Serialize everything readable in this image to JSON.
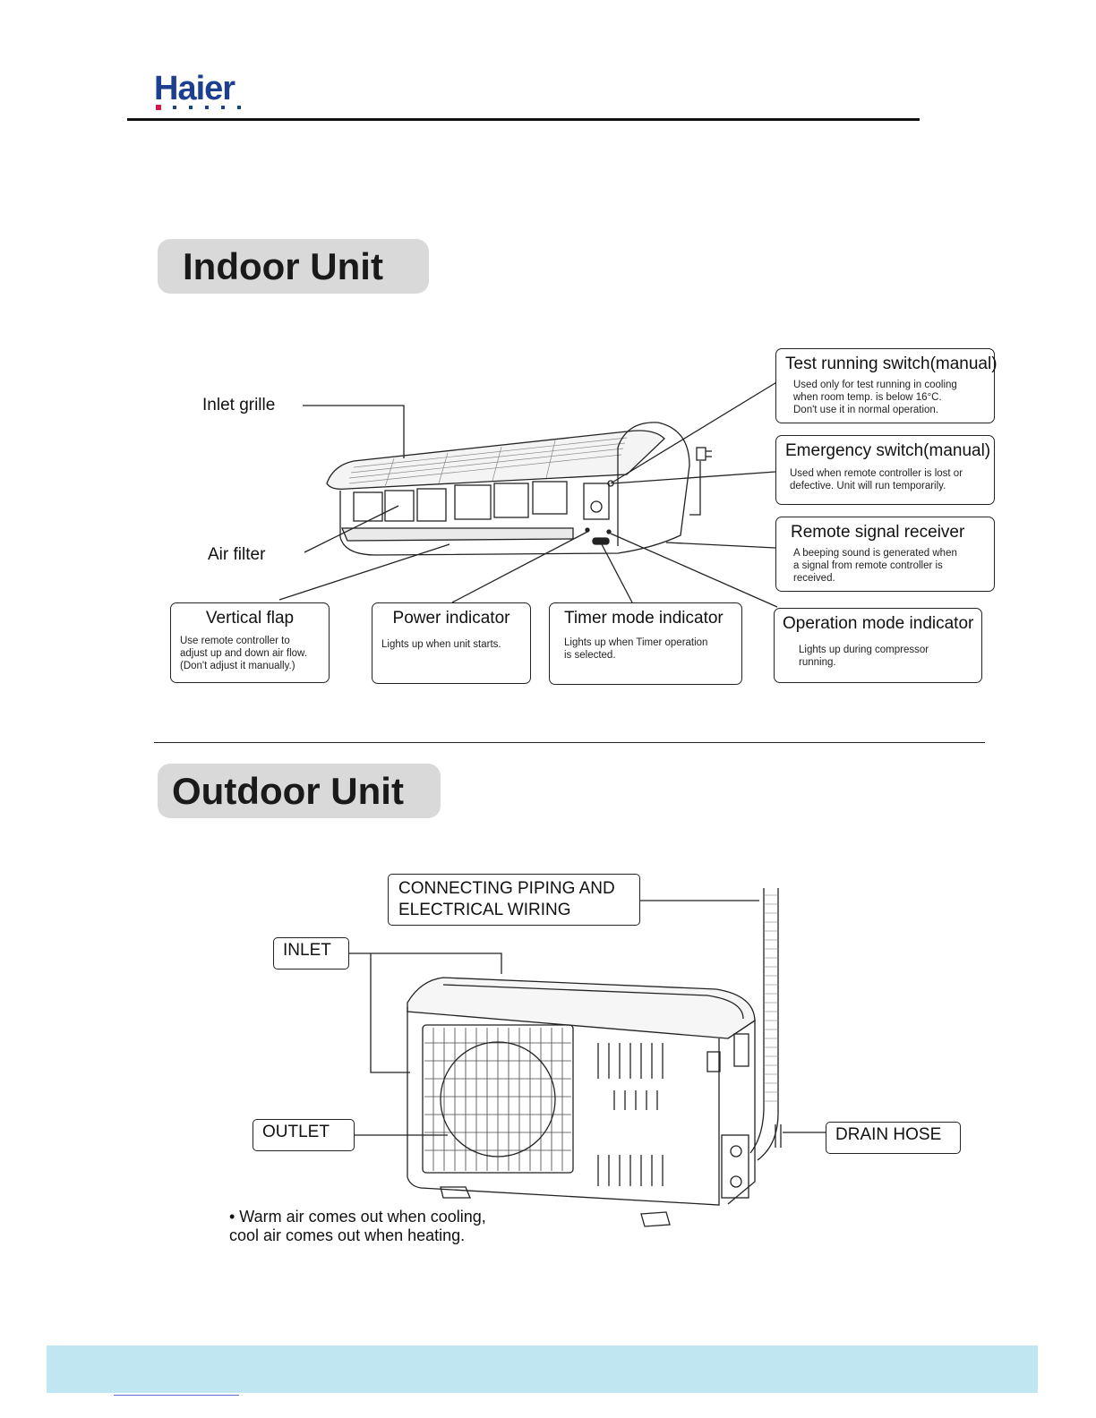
{
  "header": {
    "brand": "Haier"
  },
  "indoor": {
    "title": "Indoor Unit",
    "labels": {
      "inlet_grille": "Inlet grille",
      "air_filter": "Air filter"
    },
    "callouts": {
      "test_switch": {
        "head": "Test running switch(manual)",
        "body": "Used only for test running in cooling\nwhen room temp.  is below 16°C.\nDon't use it in normal operation."
      },
      "emergency_switch": {
        "head": "Emergency switch(manual)",
        "body": "Used when remote controller is lost or\ndefective. Unit will run temporarily."
      },
      "remote_receiver": {
        "head": "Remote signal receiver",
        "body": "A beeping sound is generated when\na signal from remote controller is\nreceived."
      },
      "vertical_flap": {
        "head": "Vertical flap",
        "body": "Use remote controller to\nadjust up and down air flow.\n (Don't adjust it manually.)"
      },
      "power_indicator": {
        "head": "Power indicator",
        "body": "Lights up when unit starts."
      },
      "timer_indicator": {
        "head": "Timer mode indicator",
        "body": "Lights up when Timer operation\nis selected."
      },
      "operation_indicator": {
        "head": "Operation mode indicator",
        "body": "Lights up during compressor\nrunning."
      }
    }
  },
  "outdoor": {
    "title": "Outdoor Unit",
    "tags": {
      "piping": "CONNECTING PIPING AND\nELECTRICAL WIRING",
      "inlet": "INLET",
      "outlet": "OUTLET",
      "drain": "DRAIN HOSE"
    },
    "note": "• Warm air comes out when cooling,\n   cool air comes out when heating."
  },
  "colors": {
    "brand_blue": "#1d3f8f",
    "brand_red": "#d6174d",
    "title_bg": "#d9d9d9",
    "footer_band": "#bfe6f1"
  }
}
